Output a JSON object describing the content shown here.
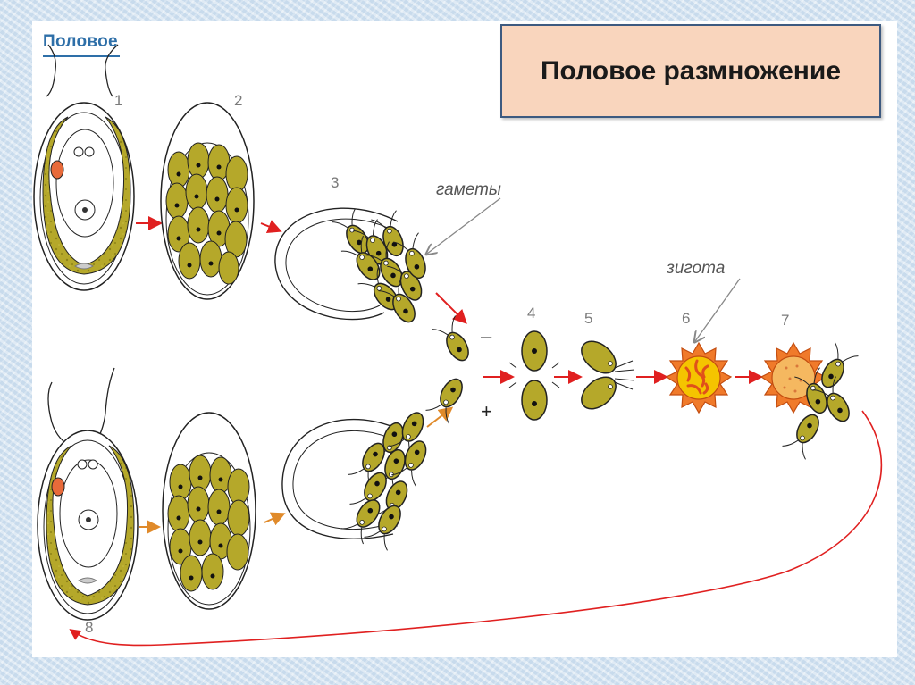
{
  "header": {
    "small_title": "Половое"
  },
  "title_box": {
    "text": "Половое размножение"
  },
  "stages": [
    "1",
    "2",
    "3",
    "4",
    "5",
    "6",
    "7",
    "8"
  ],
  "labels": {
    "gametes": "гаметы",
    "zygote": "зигота",
    "minus": "–",
    "plus": "+"
  },
  "colors": {
    "cell_fill": "#b5a82a",
    "cell_stroke": "#222222",
    "arrow_red": "#e02020",
    "arrow_orange": "#e08a2a",
    "zygote_outer": "#f07a2a",
    "zygote_inner": "#f5c400",
    "title_box_bg": "#f9d5bd",
    "heading_blue": "#2e6fa8"
  }
}
